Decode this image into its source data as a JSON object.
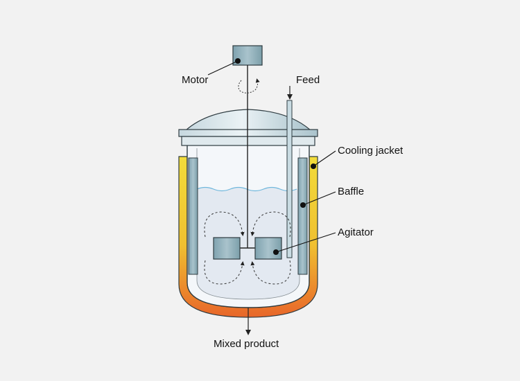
{
  "labels": {
    "motor": "Motor",
    "feed": "Feed",
    "cooling_jacket": "Cooling jacket",
    "baffle": "Baffle",
    "agitator": "Agitator",
    "mixed_product": "Mixed product"
  },
  "colors": {
    "background": "#f2f2f2",
    "steel_fill": "#8fb1bd",
    "steel_stroke": "#2e3b40",
    "liquid": "#e3e9f1",
    "jacket_top": "#f2dc3a",
    "jacket_bottom": "#e8662a",
    "text": "#111111"
  }
}
